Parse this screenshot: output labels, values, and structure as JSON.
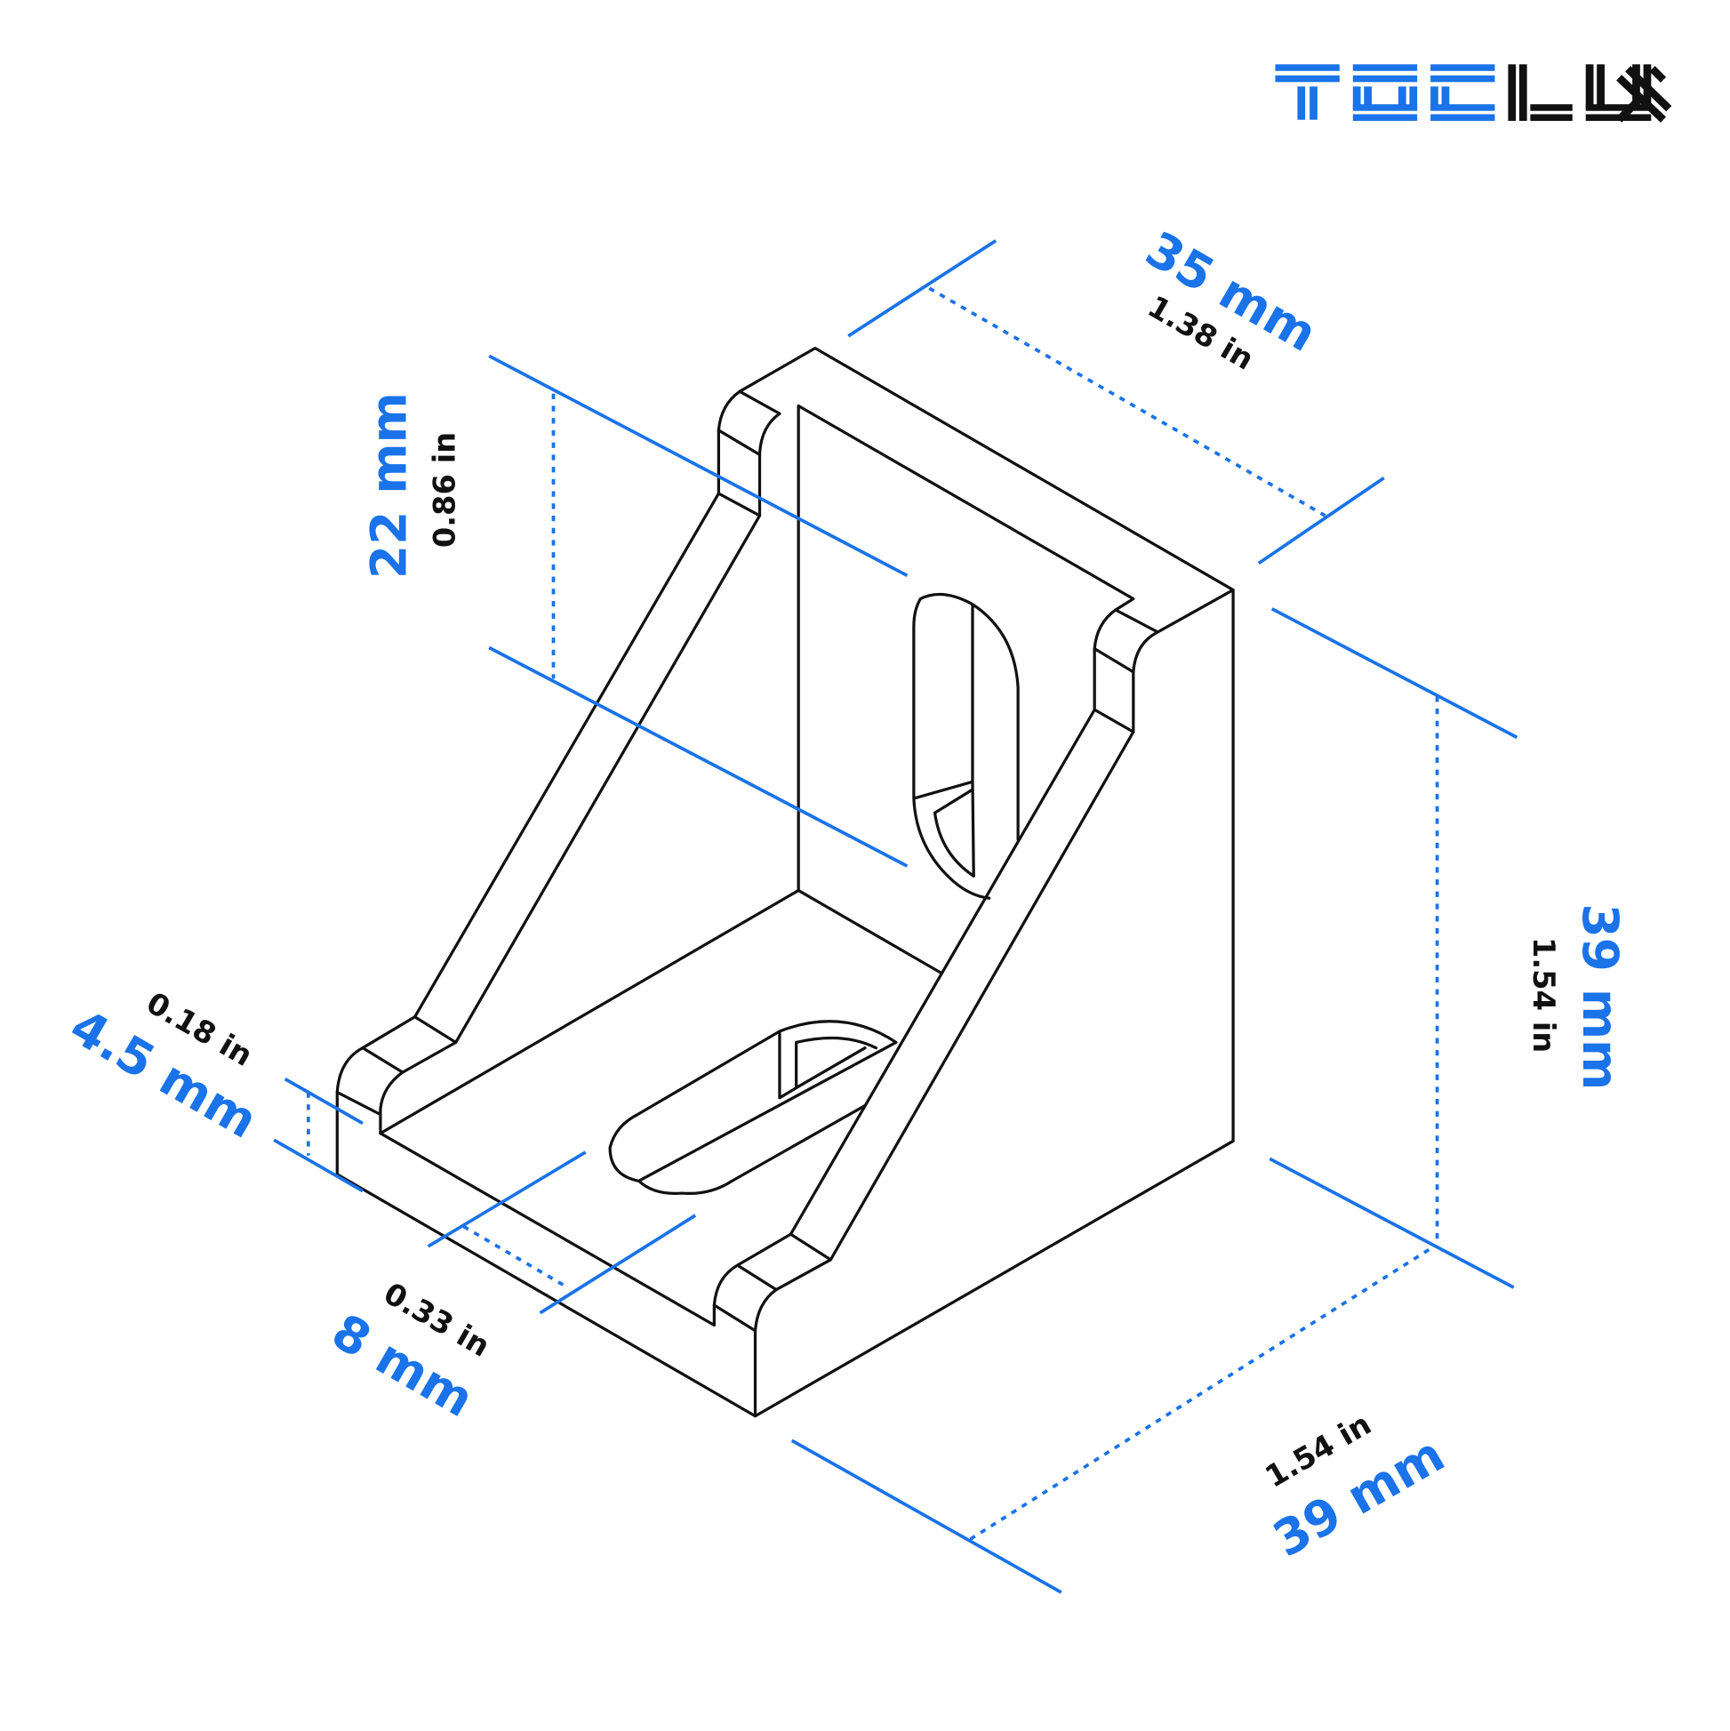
{
  "logo": {
    "text": "TOOLUX",
    "colors": {
      "primary": "#1a73e8",
      "secondary": "#111111"
    }
  },
  "dimensions": {
    "depth": {
      "mm": "35 mm",
      "in": "1.38 in"
    },
    "slot_height": {
      "mm": "22 mm",
      "in": "0.86 in"
    },
    "height": {
      "mm": "39 mm",
      "in": "1.54 in"
    },
    "width": {
      "mm": "39 mm",
      "in": "1.54 in"
    },
    "thickness": {
      "mm": "4.5 mm",
      "in": "0.18 in"
    },
    "slot_width": {
      "mm": "8 mm",
      "in": "0.33 in"
    }
  }
}
